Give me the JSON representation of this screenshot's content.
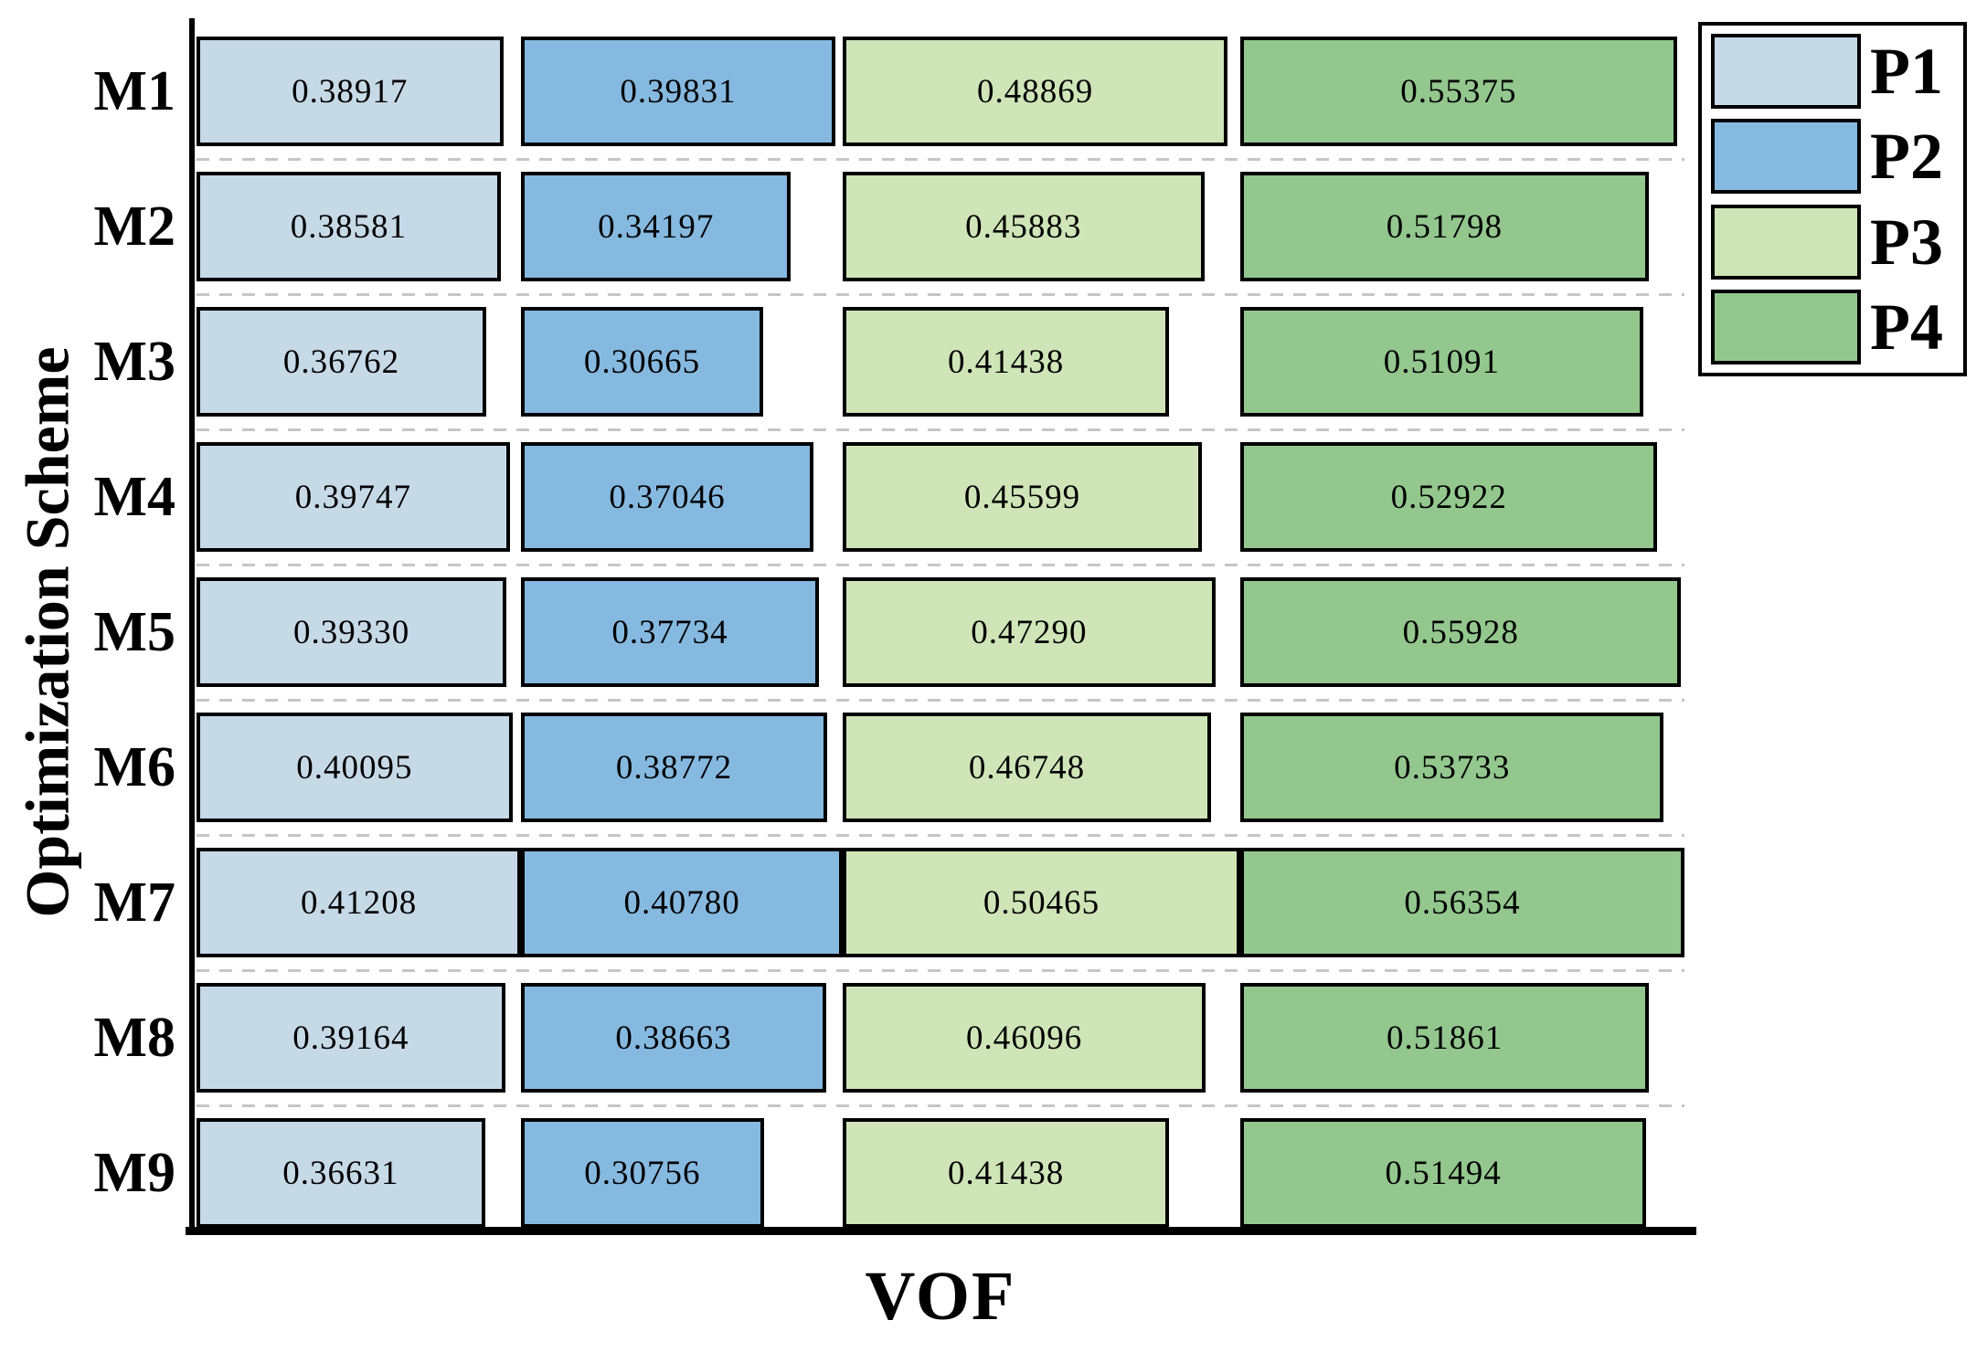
{
  "chart_data": {
    "type": "bar",
    "orientation": "horizontal",
    "layout_note": "each series column starts at the cumulative max of previous series; bar width proportional to value (aligned stacked bar look)",
    "categories": [
      "M1",
      "M2",
      "M3",
      "M4",
      "M5",
      "M6",
      "M7",
      "M8",
      "M9"
    ],
    "series": [
      {
        "name": "P1",
        "color": "#c6d9e7",
        "values": [
          "0.38917",
          "0.38581",
          "0.36762",
          "0.39747",
          "0.39330",
          "0.40095",
          "0.41208",
          "0.39164",
          "0.36631"
        ]
      },
      {
        "name": "P2",
        "color": "#86b9e0",
        "values": [
          "0.39831",
          "0.34197",
          "0.30665",
          "0.37046",
          "0.37734",
          "0.38772",
          "0.40780",
          "0.38663",
          "0.30756"
        ]
      },
      {
        "name": "P3",
        "color": "#cfe5b8",
        "values": [
          "0.48869",
          "0.45883",
          "0.41438",
          "0.45599",
          "0.47290",
          "0.46748",
          "0.50465",
          "0.46096",
          "0.41438"
        ]
      },
      {
        "name": "P4",
        "color": "#93c78e",
        "values": [
          "0.55375",
          "0.51798",
          "0.51091",
          "0.52922",
          "0.55928",
          "0.53733",
          "0.56354",
          "0.51861",
          "0.51494"
        ]
      }
    ],
    "xlabel": "VOF",
    "ylabel": "Optimization Scheme",
    "x_range": [
      0,
      1.88807
    ],
    "grid": "dashed light-gray horizontal separators between rows",
    "legend_position": "top-right",
    "value_labels": "shown inside each bar, 5 decimal places",
    "axis_color": "#000000",
    "separator_color": "#c6c6c6",
    "bar_border_color": "#000000"
  }
}
